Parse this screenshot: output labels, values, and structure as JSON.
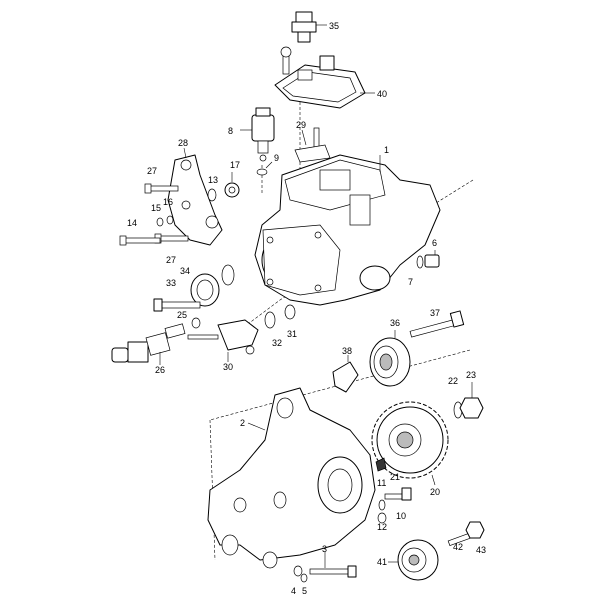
{
  "callouts": {
    "c35": "35",
    "c40": "40",
    "c8": "8",
    "c29": "29",
    "c9": "9",
    "c1": "1",
    "c28": "28",
    "c17": "17",
    "c27a": "27",
    "c13": "13",
    "c15": "15",
    "c16": "16",
    "c14": "14",
    "c27b": "27",
    "c6": "6",
    "c34": "34",
    "c7": "7",
    "c33": "33",
    "c25": "25",
    "c37": "37",
    "c36": "36",
    "c31": "31",
    "c32": "32",
    "c26": "26",
    "c30": "30",
    "c38": "38",
    "c22": "22",
    "c23": "23",
    "c2": "2",
    "c11": "11",
    "c21": "21",
    "c20": "20",
    "c10": "10",
    "c12": "12",
    "c42": "42",
    "c43": "43",
    "c3": "3",
    "c41": "41",
    "c4": "4",
    "c5": "5"
  }
}
